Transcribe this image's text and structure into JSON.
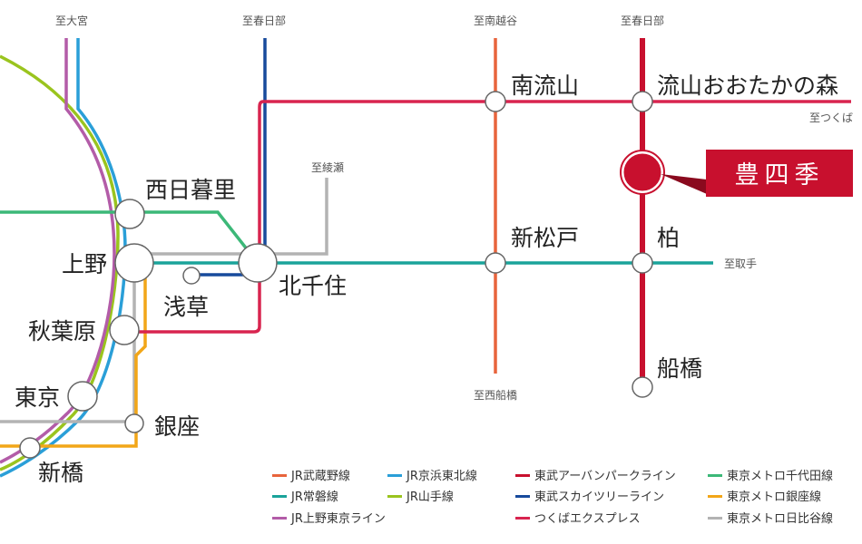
{
  "colors": {
    "musashino": "#e8643c",
    "keihin": "#2a9fd8",
    "tobu_urban": "#c8102e",
    "chiyoda": "#3cb878",
    "joban": "#1aa39a",
    "yamanote": "#9ac41e",
    "skytree": "#174a9c",
    "ginza": "#f2a618",
    "ueno_tokyo": "#b35ca8",
    "tsukuba": "#d8244f",
    "hibiya": "#b3b3b3",
    "target_fill": "#c8102e"
  },
  "directions": {
    "omiya": "至大宮",
    "kasukabe_left": "至春日部",
    "minamikoshigaya": "至南越谷",
    "kasukabe_right": "至春日部",
    "tsukuba": "至つくば",
    "ayase": "至綾瀬",
    "toride": "至取手",
    "nishifunabashi": "至西船橋"
  },
  "stations": {
    "nishi_nippori": "西日暮里",
    "ueno": "上野",
    "asakusa": "浅草",
    "kita_senju": "北千住",
    "akihabara": "秋葉原",
    "tokyo": "東京",
    "ginza": "銀座",
    "shimbashi": "新橋",
    "minami_nagareyama": "南流山",
    "nagareyama_otakanomori": "流山おおたかの森",
    "shin_matsudo": "新松戸",
    "kashiwa": "柏",
    "funabashi": "船橋"
  },
  "target": {
    "name": "豊四季"
  },
  "legend": [
    {
      "label": "JR武蔵野線",
      "color": "#e8643c"
    },
    {
      "label": "JR京浜東北線",
      "color": "#2a9fd8"
    },
    {
      "label": "東武アーバンパークライン",
      "color": "#c8102e"
    },
    {
      "label": "東京メトロ千代田線",
      "color": "#3cb878"
    },
    {
      "label": "JR常磐線",
      "color": "#1aa39a"
    },
    {
      "label": "JR山手線",
      "color": "#9ac41e"
    },
    {
      "label": "東武スカイツリーライン",
      "color": "#174a9c"
    },
    {
      "label": "東京メトロ銀座線",
      "color": "#f2a618"
    },
    {
      "label": "JR上野東京ライン",
      "color": "#b35ca8"
    },
    {
      "label": "つくばエクスプレス",
      "color": "#d8244f"
    },
    {
      "label": "東京メトロ日比谷線",
      "color": "#b3b3b3"
    }
  ]
}
